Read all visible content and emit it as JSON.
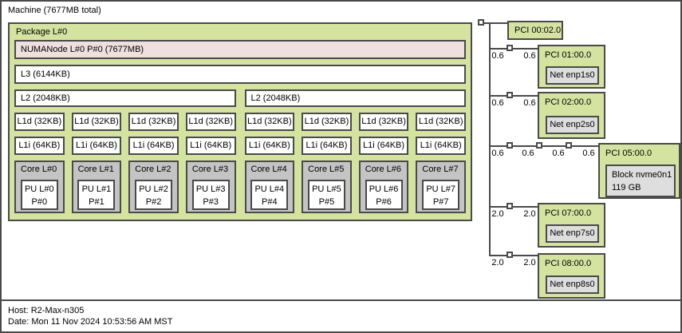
{
  "machine": {
    "label": "Machine (7677MB total)"
  },
  "package": {
    "label": "Package L#0",
    "numanode": "NUMANode L#0 P#0 (7677MB)",
    "l3": "L3 (6144KB)",
    "l2": [
      "L2 (2048KB)",
      "L2 (2048KB)"
    ],
    "l1d": [
      "L1d (32KB)",
      "L1d (32KB)",
      "L1d (32KB)",
      "L1d (32KB)",
      "L1d (32KB)",
      "L1d (32KB)",
      "L1d (32KB)",
      "L1d (32KB)"
    ],
    "l1i": [
      "L1i (64KB)",
      "L1i (64KB)",
      "L1i (64KB)",
      "L1i (64KB)",
      "L1i (64KB)",
      "L1i (64KB)",
      "L1i (64KB)",
      "L1i (64KB)"
    ],
    "cores": [
      {
        "label": "Core L#0",
        "pu1": "PU L#0",
        "pu2": "P#0"
      },
      {
        "label": "Core L#1",
        "pu1": "PU L#1",
        "pu2": "P#1"
      },
      {
        "label": "Core L#2",
        "pu1": "PU L#2",
        "pu2": "P#2"
      },
      {
        "label": "Core L#3",
        "pu1": "PU L#3",
        "pu2": "P#3"
      },
      {
        "label": "Core L#4",
        "pu1": "PU L#4",
        "pu2": "P#4"
      },
      {
        "label": "Core L#5",
        "pu1": "PU L#5",
        "pu2": "P#5"
      },
      {
        "label": "Core L#6",
        "pu1": "PU L#6",
        "pu2": "P#6"
      },
      {
        "label": "Core L#7",
        "pu1": "PU L#7",
        "pu2": "P#7"
      }
    ]
  },
  "pci": {
    "root_device": "PCI 00:02.0",
    "branches": [
      {
        "speeds": [
          "0.6",
          "0.6"
        ],
        "device": "PCI 01:00.0",
        "child": "Net enp1s0"
      },
      {
        "speeds": [
          "0.6",
          "0.6"
        ],
        "device": "PCI 02:00.0",
        "child": "Net enp2s0"
      },
      {
        "speeds": [
          "0.6",
          "0.6",
          "0.6",
          "0.6"
        ],
        "device": "PCI 05:00.0",
        "child_line1": "Block nvme0n1",
        "child_line2": "119 GB"
      },
      {
        "speeds": [
          "2.0",
          "2.0"
        ],
        "device": "PCI 07:00.0",
        "child": "Net enp7s0"
      },
      {
        "speeds": [
          "2.0",
          "2.0"
        ],
        "device": "PCI 08:00.0",
        "child": "Net enp8s0"
      }
    ]
  },
  "legend": {
    "host": "Host: R2-Max-n305",
    "date": "Date: Mon 11 Nov 2024 10:53:56 AM MST"
  },
  "colors": {
    "package_green": "#d5e3a1",
    "numanode_pink": "#efdfde",
    "core_gray": "#c4c4c4",
    "device_gray": "#dedede",
    "border": "#4a4a4a"
  }
}
